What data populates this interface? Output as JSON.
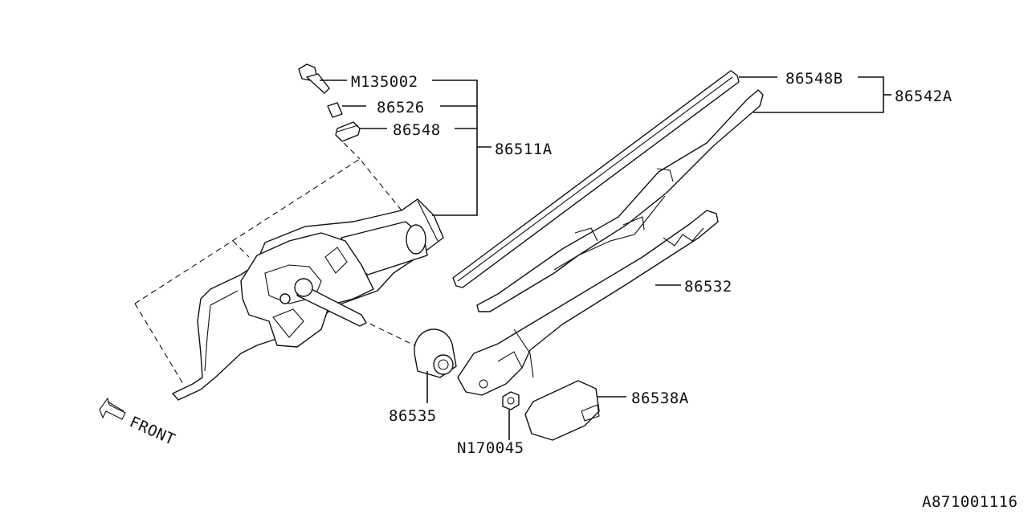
{
  "labels": {
    "m135002": "M135002",
    "p86526": "86526",
    "p86548": "86548",
    "p86511a": "86511A",
    "p86548b": "86548B",
    "p86542a": "86542A",
    "p86532": "86532",
    "p86535": "86535",
    "p86538a": "86538A",
    "n170045": "N170045",
    "front": "FRONT",
    "diagram_code": "A871001116"
  }
}
